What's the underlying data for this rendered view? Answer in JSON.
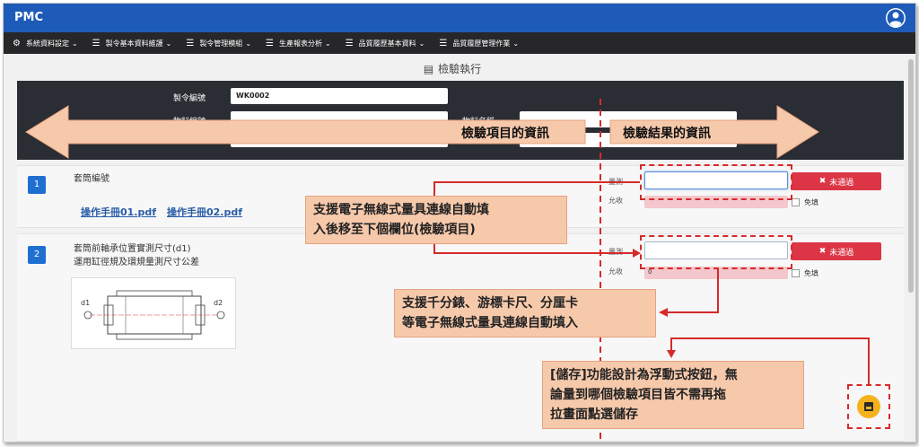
{
  "app": {
    "title": "PMC"
  },
  "nav": {
    "items": [
      {
        "icon": "gear-icon",
        "label": "系統資料設定"
      },
      {
        "icon": "menu-icon",
        "label": "製令基本資料維護"
      },
      {
        "icon": "menu-icon",
        "label": "製令管理模組"
      },
      {
        "icon": "menu-icon",
        "label": "生產報表分析"
      },
      {
        "icon": "menu-icon",
        "label": "品質履歷基本資料"
      },
      {
        "icon": "menu-icon",
        "label": "品質履歷管理作業"
      }
    ]
  },
  "page": {
    "title": "檢驗執行"
  },
  "header": {
    "work_order_label": "製令編號",
    "work_order_value": "WK0002",
    "material_no_label": "物料編號",
    "material_name_label": "物料名稱"
  },
  "items": [
    {
      "number": "1",
      "title": "套筒編號",
      "links": [
        "操作手冊01.pdf",
        "操作手冊02.pdf"
      ],
      "measure_label": "量測",
      "allow_label": "允收",
      "allow_value": "",
      "fail_label": "未通過",
      "exempt_label": "免填"
    },
    {
      "number": "2",
      "title_line1": "套筒前軸承位置實測尺寸(d1)",
      "title_line2": "運用缸徑規及環規量測尺寸公差",
      "measure_label": "量測",
      "allow_label": "允收",
      "allow_value": "0",
      "fail_label": "未通過",
      "exempt_label": "免填",
      "drawing": {
        "left_label": "d1",
        "right_label": "d2"
      }
    }
  ],
  "annotations": {
    "left_arrow": "檢驗項目的資訊",
    "right_arrow": "檢驗結果的資訊",
    "wireless_auto_line1": "支援電子無線式量具連線自動填",
    "wireless_auto_line2": "入後移至下個欄位(檢驗項目)",
    "gauges_line1": "支援千分錶、游標卡尺、分厘卡",
    "gauges_line2": "等電子無線式量具連線自動填入",
    "save_line1": "[儲存]功能設計為浮動式按鈕，無",
    "save_line2": "論量到哪個檢驗項目皆不需再拖",
    "save_line3": "拉畫面點選儲存"
  },
  "colors": {
    "topbar": "#1e5bb8",
    "navbar": "#27272a",
    "fail": "#dc3545",
    "save": "#f5b21c",
    "annotation_fill": "#f6c9ab",
    "annotation_line": "#d62a2a"
  }
}
